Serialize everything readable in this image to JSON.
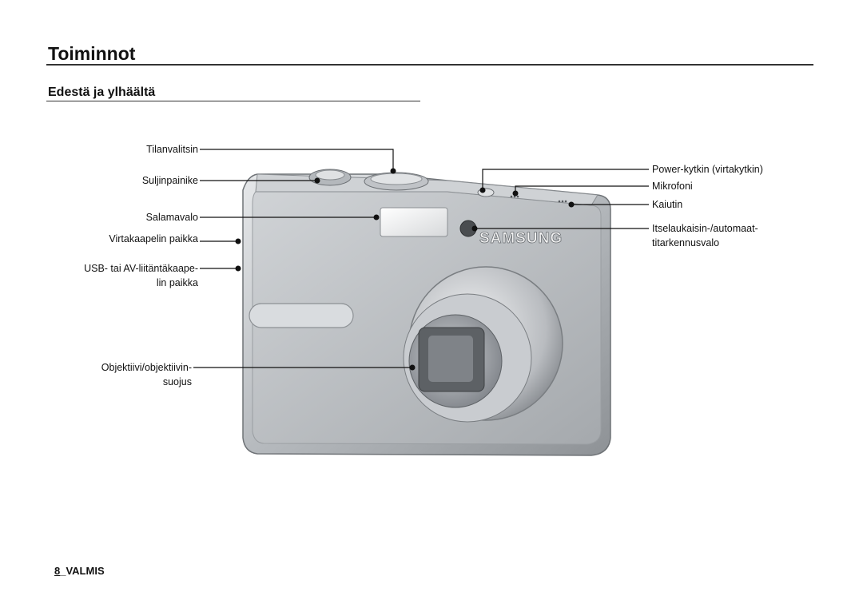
{
  "page": {
    "title": "Toiminnot",
    "subtitle": "Edestä ja ylhäältä",
    "footer": {
      "page_number": "8",
      "section": "_VALMIS"
    }
  },
  "camera": {
    "brand": "SAMSUNG"
  },
  "callouts": {
    "left": [
      "Tilanvalitsin",
      "Suljinpainike",
      "Salamavalo",
      "Virtakaapelin paikka",
      "USB- tai AV-liitäntäkaape-\nlin paikka",
      "Objektiivi/objektiivin-\nsuojus"
    ],
    "right": [
      "Power-kytkin (virtakytkin)",
      "Mikrofoni",
      "Kaiutin",
      "Itselaukaisin-/automaat-\ntitarkennusvalo"
    ]
  }
}
